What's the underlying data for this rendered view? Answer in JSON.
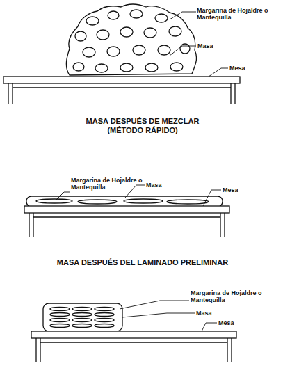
{
  "diagram": {
    "labels": [
      "Margarina de Hojaldre o Mantequilla",
      "Masa",
      "Mesa",
      "MASA DESPUÉS DE MEZCLAR (MÉTODO RÁPIDO)",
      "Margarina de Hojaldre o Mantequilla",
      "Masa",
      "Mesa",
      "MASA DESPUÉS DEL LAMINADO PRELIMINAR",
      "Margarina de Hojaldre o Mantequilla",
      "Masa",
      "Mesa"
    ]
  }
}
